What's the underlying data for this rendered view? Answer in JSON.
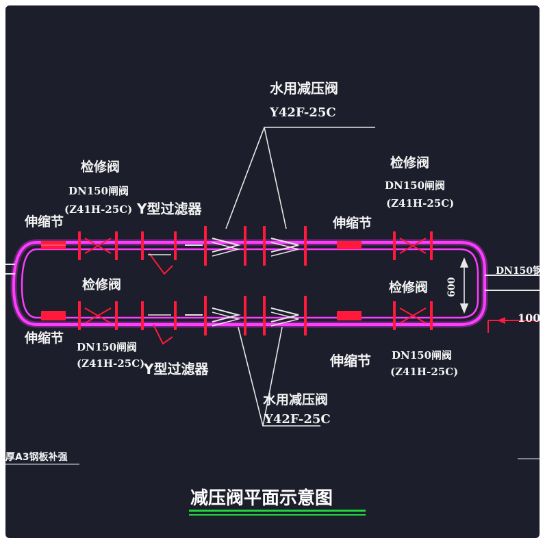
{
  "title": "减压阀平面示意图",
  "colors": {
    "background": "#1c1e2b",
    "pipe": "#ff3cff",
    "valve": "#ff1a3c",
    "leader": "#e8e8e8",
    "title_underline": "#1fd93a"
  },
  "labels": {
    "prv_top_name": "水用减压阀",
    "prv_top_model": "Y42F-25C",
    "prv_bottom_name": "水用减压阀",
    "prv_bottom_model": "Y42F-25C",
    "top_left_valve_name": "检修阀",
    "top_left_valve_size": "DN150闸阀",
    "top_left_valve_model": "(Z41H-25C)",
    "top_left_strainer": "Y型过滤器",
    "top_left_joint": "伸缩节",
    "top_right_valve_name": "检修阀",
    "top_right_valve_size": "DN150闸阀",
    "top_right_valve_model": "(Z41H-25C)",
    "top_right_joint": "伸缩节",
    "bottom_left_valve_name": "检修阀",
    "bottom_left_joint": "伸缩节",
    "bottom_left_valve_size": "DN150闸阀",
    "bottom_left_valve_model": "(Z41H-25C)",
    "bottom_left_strainer": "Y型过滤器",
    "bottom_right_valve_name": "检修阀",
    "bottom_right_joint": "伸缩节",
    "bottom_right_valve_size": "DN150闸阀",
    "bottom_right_valve_model": "(Z41H-25C)",
    "dimension": "600",
    "right_pipe_size": "DN150钢",
    "right_lower_value": "100",
    "bottom_left_note": "厚A3钢板补强"
  }
}
